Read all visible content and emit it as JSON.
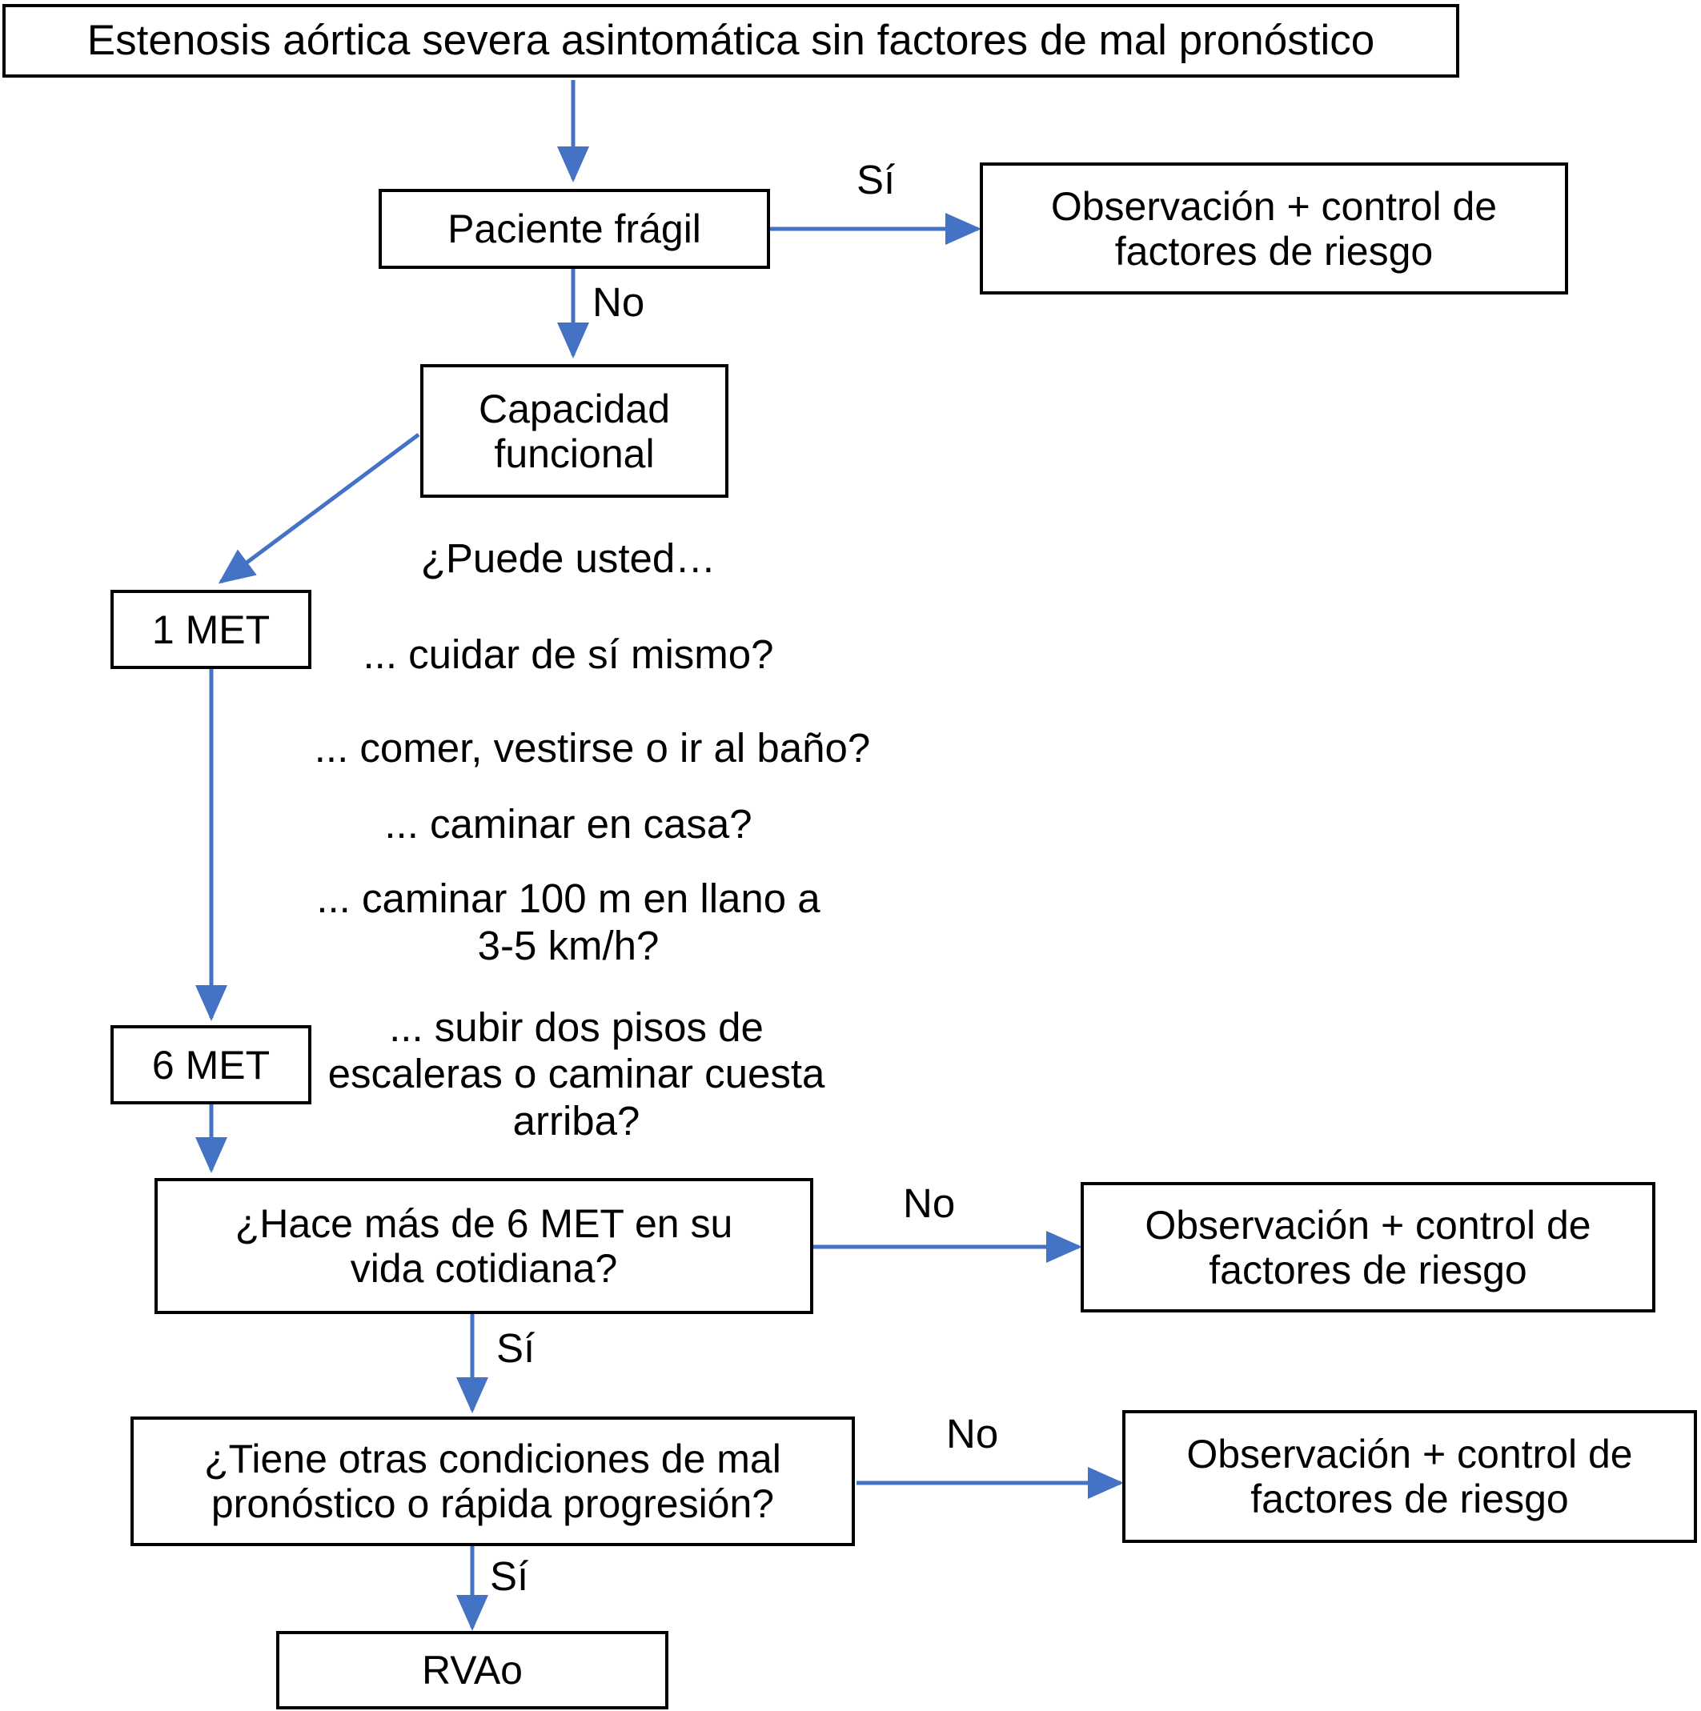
{
  "diagram": {
    "title_box": {
      "label": "Estenosis aórtica severa asintomática sin factores de mal pronóstico"
    },
    "nodes": [
      {
        "id": "paciente_fragil",
        "label": "Paciente frágil"
      },
      {
        "id": "obs1",
        "label": "Observación + control de\nfactores de riesgo"
      },
      {
        "id": "capacidad_funcional",
        "label": "Capacidad\nfuncional"
      },
      {
        "id": "met1",
        "label": "1 MET"
      },
      {
        "id": "met6",
        "label": "6 MET"
      },
      {
        "id": "hace_mas_6met",
        "label": "¿Hace más de 6 MET en su\nvida cotidiana?"
      },
      {
        "id": "obs2",
        "label": "Observación + control de\nfactores de riesgo"
      },
      {
        "id": "tiene_otras",
        "label": "¿Tiene otras condiciones de mal\npronóstico o rápida progresión?"
      },
      {
        "id": "obs3",
        "label": "Observación + control de\nfactores de riesgo"
      },
      {
        "id": "rvao",
        "label": "RVAo"
      }
    ],
    "questions": {
      "prompt": "¿Puede usted…",
      "items": [
        "... cuidar de sí mismo?",
        "... comer, vestirse o ir al baño?",
        "... caminar en casa?",
        "... caminar 100 m en llano a\n3-5 km/h?",
        "... subir dos pisos de\nescaleras o caminar cuesta\narriba?"
      ]
    },
    "edge_labels": {
      "fragil_si": "Sí",
      "fragil_no": "No",
      "met6_no": "No",
      "met6_si": "Sí",
      "otras_no": "No",
      "otras_si": "Sí"
    },
    "colors": {
      "arrow": "#4472C4",
      "box_border": "#000000",
      "text": "#000000",
      "background": "#FFFFFF"
    }
  }
}
